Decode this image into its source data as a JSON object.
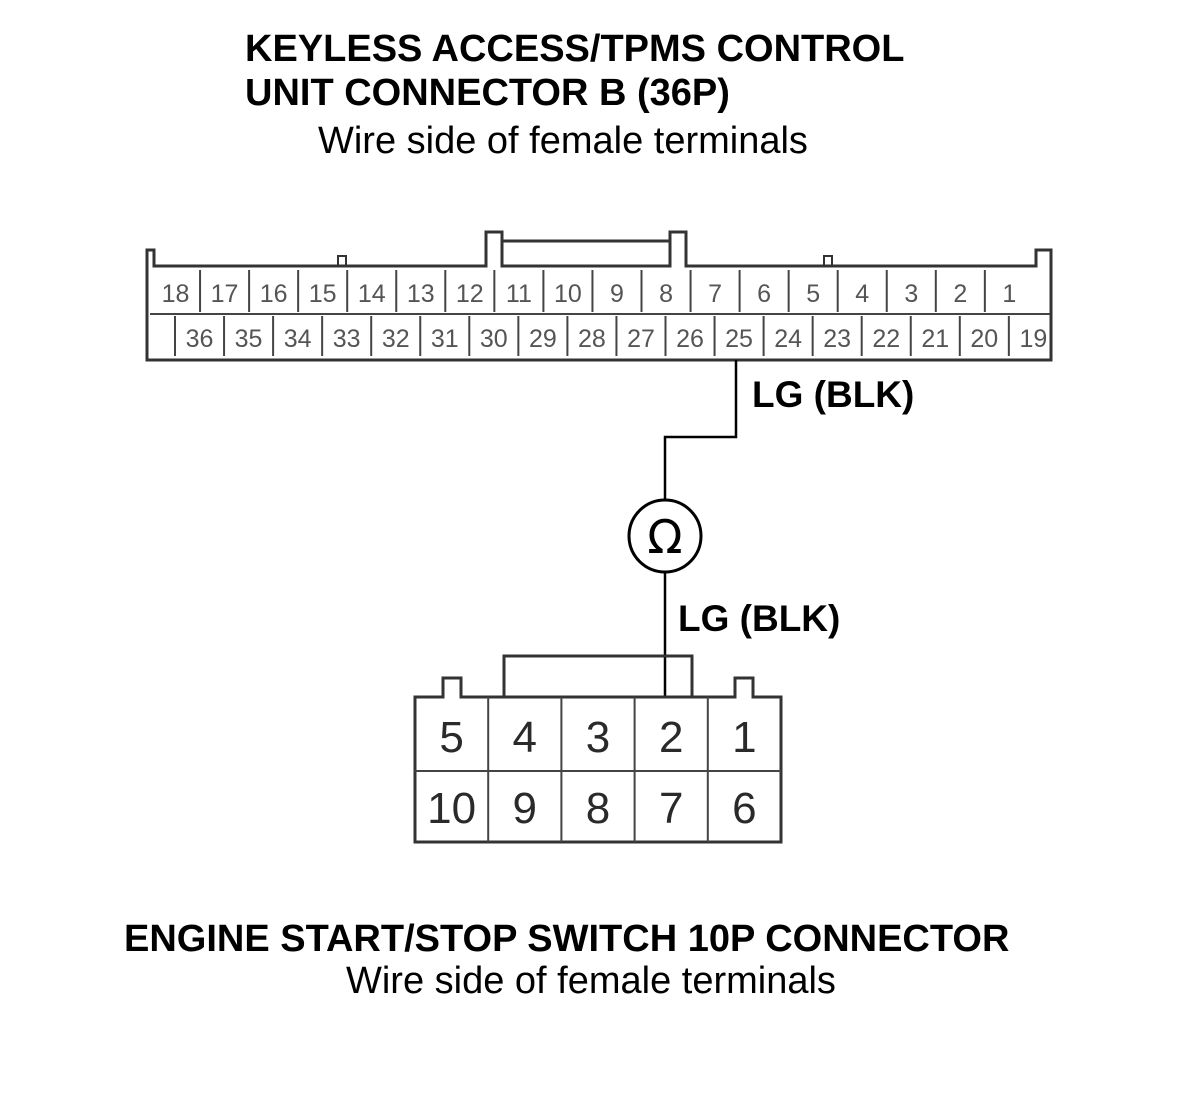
{
  "top_connector": {
    "title_line1": "KEYLESS ACCESS/TPMS CONTROL",
    "title_line2": "UNIT CONNECTOR B (36P)",
    "subtitle": "Wire side of female terminals",
    "row1_pins": [
      "18",
      "17",
      "16",
      "15",
      "14",
      "13",
      "12",
      "11",
      "10",
      "9",
      "8",
      "7",
      "6",
      "5",
      "4",
      "3",
      "2",
      "1"
    ],
    "row2_pins": [
      "36",
      "35",
      "34",
      "33",
      "32",
      "31",
      "30",
      "29",
      "28",
      "27",
      "26",
      "25",
      "24",
      "23",
      "22",
      "21",
      "20",
      "19"
    ],
    "probe_pin": "25",
    "wire_label": "LG (BLK)"
  },
  "meter": {
    "symbol": "Ω"
  },
  "bottom_connector": {
    "title": "ENGINE START/STOP SWITCH 10P CONNECTOR",
    "subtitle": "Wire side of female terminals",
    "row1_pins": [
      "5",
      "4",
      "3",
      "2",
      "1"
    ],
    "row2_pins": [
      "10",
      "9",
      "8",
      "7",
      "6"
    ],
    "probe_pin": "2",
    "wire_label": "LG (BLK)"
  }
}
